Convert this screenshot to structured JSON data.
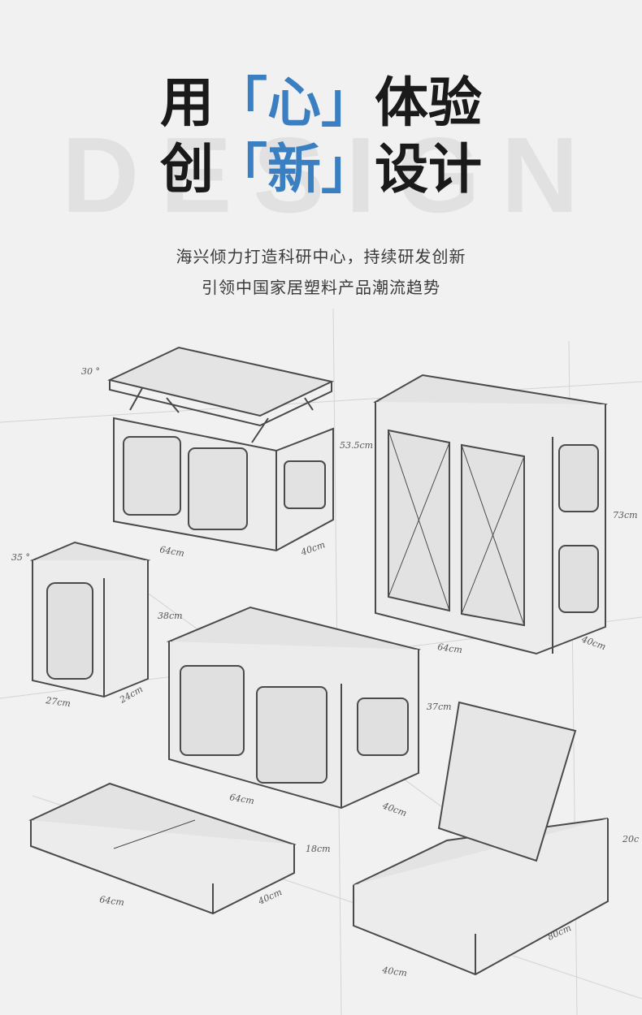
{
  "background_word": "DESIGN",
  "headline": {
    "line1": {
      "before": "用",
      "open": "「",
      "accent": "心",
      "close": "」",
      "after": "体验"
    },
    "line2": {
      "before": "创",
      "open": "「",
      "accent": "新",
      "close": "」",
      "after": "设计"
    }
  },
  "subtitle": {
    "line1": "海兴倾力打造科研中心，持续研发创新",
    "line2": "引领中国家居塑料产品潮流趋势"
  },
  "dimensions": {
    "box1": {
      "angle": "30 °",
      "height": "53.5cm",
      "width": "64cm",
      "depth": "40cm"
    },
    "box2": {
      "height": "73cm",
      "width": "64cm",
      "depth": "40cm"
    },
    "box3": {
      "angle": "35 °",
      "height": "38cm",
      "width": "27cm",
      "depth": "24cm"
    },
    "box4": {
      "height": "37cm",
      "width": "64cm",
      "depth": "40cm"
    },
    "box5": {
      "height": "18cm",
      "width": "64cm",
      "depth": "40cm"
    },
    "box6": {
      "height": "20c",
      "width": "40cm",
      "depth": "80cm"
    }
  },
  "colors": {
    "accent": "#3a7fc1",
    "text": "#1a1a1a",
    "background": "#f1f1f1"
  }
}
